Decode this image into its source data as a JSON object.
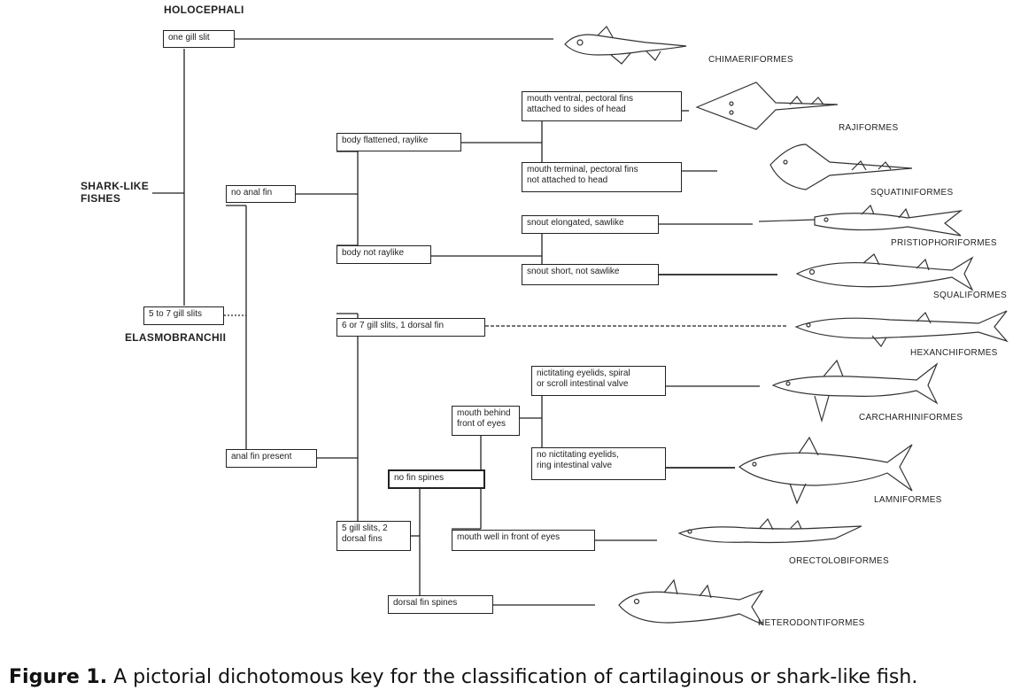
{
  "groups": {
    "holocephali": "HOLOCEPHALI",
    "shark_like_1": "SHARK-LIKE",
    "shark_like_2": "FISHES",
    "elasmobranchii": "ELASMOBRANCHII"
  },
  "boxes": {
    "one_gill": "one gill slit",
    "five_seven_gill": "5 to 7 gill slits",
    "no_anal_fin": "no anal fin",
    "anal_fin_present": "anal fin present",
    "body_flattened": "body flattened, raylike",
    "body_not_raylike": "body not raylike",
    "mouth_ventral_1": "mouth ventral, pectoral fins",
    "mouth_ventral_2": "attached to sides of head",
    "mouth_terminal_1": "mouth terminal, pectoral fins",
    "mouth_terminal_2": "not attached to head",
    "snout_elongated": "snout elongated, sawlike",
    "snout_short": "snout short, not sawlike",
    "six_seven_gill": "6 or 7 gill slits, 1 dorsal fin",
    "five_gill_1": "5 gill slits, 2",
    "five_gill_2": "dorsal fins",
    "no_fin_spines": "no fin spines",
    "dorsal_fin_spines": "dorsal fin spines",
    "mouth_behind_1": "mouth behind",
    "mouth_behind_2": "front of eyes",
    "mouth_well_front": "mouth well in front of eyes",
    "nictitating_1": "nictitating eyelids, spiral",
    "nictitating_2": "or scroll intestinal valve",
    "no_nictitating_1": "no nictitating eyelids,",
    "no_nictitating_2": "ring intestinal valve"
  },
  "orders": {
    "chimaeriformes": "CHIMAERIFORMES",
    "rajiformes": "RAJIFORMES",
    "squatiniformes": "SQUATINIFORMES",
    "pristiophoriformes": "PRISTIOPHORIFORMES",
    "squaliformes": "SQUALIFORMES",
    "hexanchiformes": "HEXANCHIFORMES",
    "carcharhiniformes": "CARCHARHINIFORMES",
    "lamniformes": "LAMNIFORMES",
    "orectolobiformes": "ORECTOLOBIFORMES",
    "heterodontiformes": "HETERODONTIFORMES"
  },
  "caption": {
    "label": "Figure 1.",
    "text": " A pictorial dichotomous key for the classification of cartilaginous or shark-like fish."
  }
}
